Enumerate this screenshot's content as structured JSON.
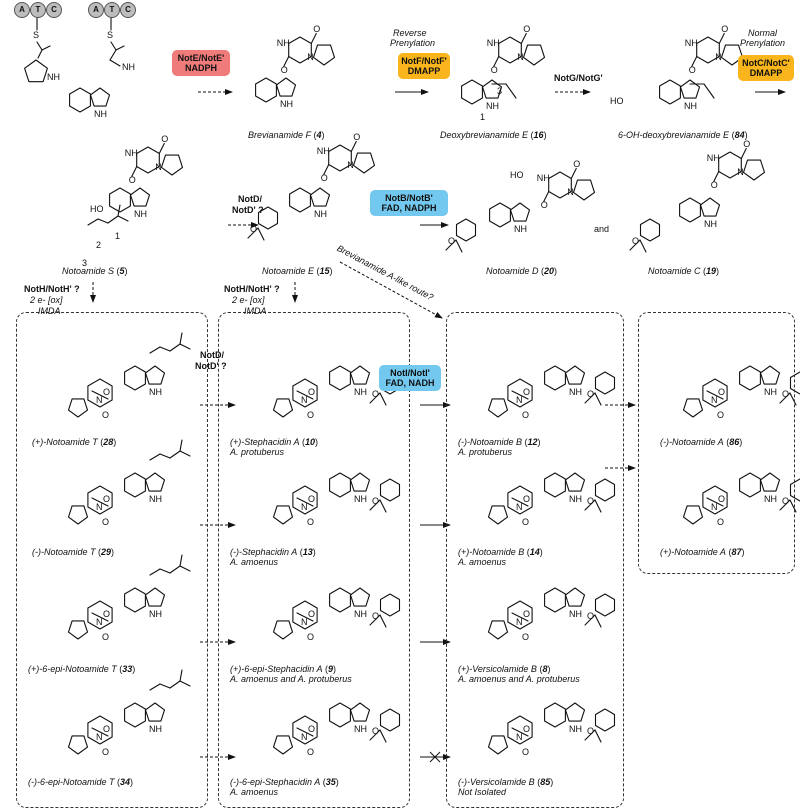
{
  "beads": [
    {
      "group": 1,
      "letters": [
        "A",
        "T",
        "C"
      ]
    },
    {
      "group": 2,
      "letters": [
        "A",
        "T",
        "C"
      ]
    }
  ],
  "atoms": {
    "nh": "NH",
    "nh2": "NH",
    "nh2_sub": "2",
    "n": "N",
    "h": "H",
    "o": "O",
    "s": "S",
    "ho": "HO",
    "oh": "OH",
    "oh2": "OH",
    "ho2": "HO",
    "num1": "1",
    "num2": "2",
    "num3": "3"
  },
  "enzymes": {
    "note": [
      "NotE/NotE'",
      "NADPH"
    ],
    "notf": [
      "NotF/NotF'",
      "DMAPP"
    ],
    "notc": [
      "NotC/NotC'",
      "DMAPP"
    ],
    "notb": [
      "NotB/NotB'",
      "FAD, NADPH"
    ],
    "noti": [
      "NotI/NotI'",
      "FAD, NADH"
    ]
  },
  "step_labels": {
    "reverse_prenylation": [
      "Reverse",
      "Prenylation"
    ],
    "normal_prenylation": [
      "Normal",
      "Prenylation"
    ],
    "notg": "NotG/NotG'",
    "notd_a": [
      "NotD/",
      "NotD' ?"
    ],
    "notd_b": [
      "NotD/",
      "NotD' ?"
    ],
    "noth_a": [
      "NotH/NotH' ?",
      "2 e- [ox]",
      "IMDA"
    ],
    "noth_b": [
      "NotH/NotH' ?",
      "2 e- [ox]",
      "IMDA"
    ],
    "brevianamide_route": "Brevianamide A-like route?",
    "and": "and"
  },
  "compounds": [
    {
      "key": "c4",
      "name": "Brevianamide F",
      "num": "4",
      "sub": ""
    },
    {
      "key": "c16",
      "name": "Deoxybrevianamide E",
      "num": "16",
      "sub": ""
    },
    {
      "key": "c84",
      "name": "6-OH-deoxybrevianamide E",
      "num": "84",
      "sub": ""
    },
    {
      "key": "c5",
      "name": "Notoamide S",
      "num": "5",
      "sub": ""
    },
    {
      "key": "c15",
      "name": "Notoamide E",
      "num": "15",
      "sub": ""
    },
    {
      "key": "c20",
      "name": "Notoamide D",
      "num": "20",
      "sub": ""
    },
    {
      "key": "c19",
      "name": "Notoamide C",
      "num": "19",
      "sub": ""
    },
    {
      "key": "c28",
      "name": "(+)-Notoamide T",
      "num": "28",
      "sub": ""
    },
    {
      "key": "c10",
      "name": "(+)-Stephacidin A",
      "num": "10",
      "sub": "A. protuberus"
    },
    {
      "key": "c12",
      "name": "(-)-Notoamide B",
      "num": "12",
      "sub": "A. protuberus"
    },
    {
      "key": "c86",
      "name": "(-)-Notoamide A",
      "num": "86",
      "sub": ""
    },
    {
      "key": "c29",
      "name": "(-)-Notoamide T",
      "num": "29",
      "sub": ""
    },
    {
      "key": "c13",
      "name": "(-)-Stephacidin A",
      "num": "13",
      "sub": "A. amoenus"
    },
    {
      "key": "c14",
      "name": "(+)-Notoamide B",
      "num": "14",
      "sub": "A. amoenus"
    },
    {
      "key": "c87",
      "name": "(+)-Notoamide A",
      "num": "87",
      "sub": ""
    },
    {
      "key": "c33",
      "name": "(+)-6-epi-Notoamide T",
      "num": "33",
      "sub": ""
    },
    {
      "key": "c9",
      "name": "(+)-6-epi-Stephacidin A",
      "num": "9",
      "sub": "A. amoenus and A. protuberus"
    },
    {
      "key": "c8",
      "name": "(+)-Versicolamide B",
      "num": "8",
      "sub": "A. amoenus and A. protuberus"
    },
    {
      "key": "c34",
      "name": "(-)-6-epi-Notoamide T",
      "num": "34",
      "sub": ""
    },
    {
      "key": "c35",
      "name": "(-)-6-epi-Stephacidin A",
      "num": "35",
      "sub": "A. amoenus"
    },
    {
      "key": "c85",
      "name": "(-)-Versicolamide B",
      "num": "85",
      "sub": "Not Isolated"
    }
  ],
  "colors": {
    "red": "#f07b7b",
    "orange": "#f9b51b",
    "blue": "#72c8ee"
  }
}
